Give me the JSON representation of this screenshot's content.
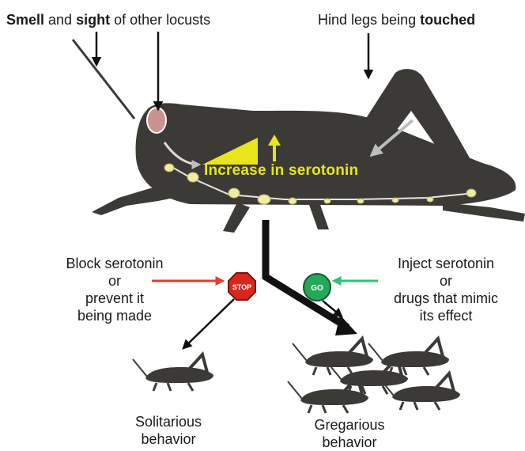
{
  "top_left": {
    "strong1": "Smell",
    "mid1": " and ",
    "strong2": "sight",
    "tail": " of other locusts"
  },
  "top_right": {
    "lead": "Hind legs being ",
    "strong": "touched"
  },
  "serotonin_label": "Increase in serotonin",
  "left_text": [
    "Block serotonin",
    "or",
    "prevent it",
    "being made"
  ],
  "right_text": [
    "Inject serotonin",
    "or",
    "drugs that mimic",
    "its effect"
  ],
  "stop_sign": {
    "text": "STOP",
    "color": "#d8281e"
  },
  "go_sign": {
    "text": "GO",
    "color": "#25a85a"
  },
  "solitarious": [
    "Solitarious",
    "behavior"
  ],
  "gregarious": [
    "Gregarious",
    "behavior"
  ],
  "colors": {
    "locust_body": "#3b3a36",
    "serotonin": "#e8e61a",
    "red_arrow": "#e04030",
    "green_arrow": "#2ec27a"
  }
}
